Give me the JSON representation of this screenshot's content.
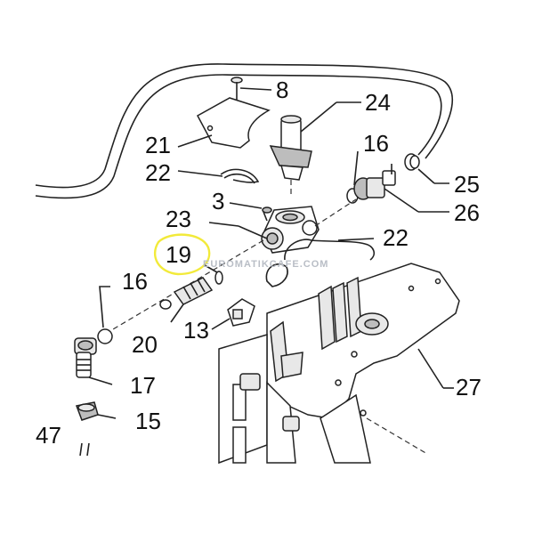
{
  "labels": {
    "p8": "8",
    "p24": "24",
    "p21": "21",
    "p22a": "22",
    "p16a": "16",
    "p25": "25",
    "p3": "3",
    "p26": "26",
    "p23": "23",
    "p22b": "22",
    "p19": "19",
    "p16b": "16",
    "p13": "13",
    "p20": "20",
    "p27": "27",
    "p17": "17",
    "p15": "15",
    "p47": "47"
  },
  "watermark": "EUROMATIKCAFE.COM",
  "highlight_color": "#f2ea3a"
}
